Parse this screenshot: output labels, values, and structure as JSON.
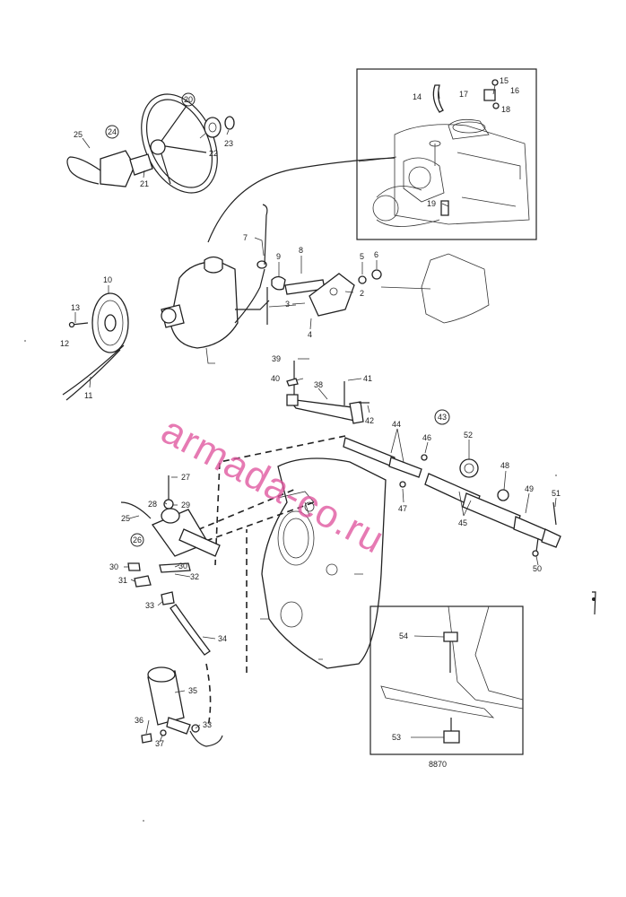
{
  "watermark": "armada-co.ru",
  "drawing_code": "8870",
  "callouts": {
    "c2": "2",
    "c3": "3",
    "c4": "4",
    "c5": "5",
    "c6": "6",
    "c7": "7",
    "c8": "8",
    "c9": "9",
    "c10": "10",
    "c11": "11",
    "c12": "12",
    "c13": "13",
    "c14": "14",
    "c15": "15",
    "c16": "16",
    "c17": "17",
    "c18": "18",
    "c19": "19",
    "c20": "20",
    "c21": "21",
    "c22": "22",
    "c23": "23",
    "c24": "24",
    "c25a": "25",
    "c25b": "25",
    "c26": "26",
    "c27": "27",
    "c28": "28",
    "c29": "29",
    "c30a": "30",
    "c30b": "30",
    "c31": "31",
    "c32": "32",
    "c33a": "33",
    "c33b": "33",
    "c34": "34",
    "c35": "35",
    "c36": "36",
    "c37": "37",
    "c38": "38",
    "c39": "39",
    "c40": "40",
    "c41": "41",
    "c42": "42",
    "c43": "43",
    "c44": "44",
    "c45": "45",
    "c46": "46",
    "c47": "47",
    "c48": "48",
    "c49": "49",
    "c50": "50",
    "c51": "51",
    "c52": "52",
    "c53": "53",
    "c54": "54"
  }
}
